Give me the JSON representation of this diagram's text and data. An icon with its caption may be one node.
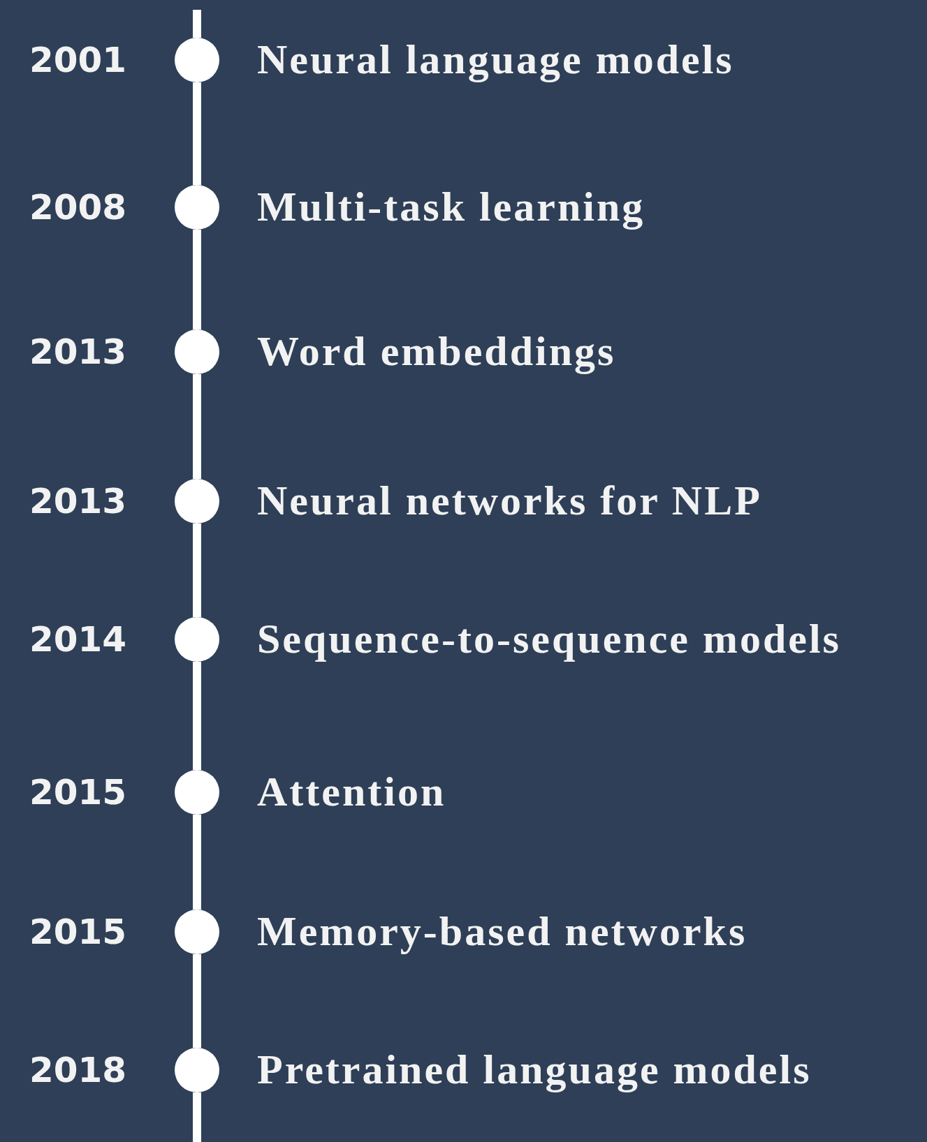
{
  "diagram": {
    "nodes": [
      {
        "text": [],
        "shape": "circle",
        "beside": [
          "2001",
          "Neural language models"
        ]
      },
      {
        "text": [],
        "shape": "circle",
        "beside": [
          "2008",
          "Multi-task learning"
        ]
      },
      {
        "text": [],
        "shape": "circle",
        "beside": [
          "2013",
          "Word embeddings"
        ]
      },
      {
        "text": [],
        "shape": "circle",
        "beside": [
          "2013",
          "Neural networks for NLP"
        ]
      },
      {
        "text": [],
        "shape": "circle",
        "beside": [
          "2014",
          "Sequence-to-sequence models"
        ]
      },
      {
        "text": [],
        "shape": "circle",
        "beside": [
          "2015",
          "Attention"
        ]
      },
      {
        "text": [],
        "shape": "circle",
        "beside": [
          "2015",
          "Memory-based networks"
        ]
      },
      {
        "text": [],
        "shape": "circle",
        "beside": [
          "2018",
          "Pretrained language models"
        ]
      }
    ],
    "edges": [
      {
        "from": null,
        "to": 0,
        "arrow": "none"
      },
      {
        "from": 0,
        "to": 1,
        "arrow": "none"
      },
      {
        "from": 1,
        "to": 2,
        "arrow": "none"
      },
      {
        "from": 2,
        "to": 3,
        "arrow": "none"
      },
      {
        "from": 3,
        "to": 4,
        "arrow": "none"
      },
      {
        "from": 4,
        "to": 5,
        "arrow": "none"
      },
      {
        "from": 5,
        "to": 6,
        "arrow": "none"
      },
      {
        "from": 6,
        "to": 7,
        "arrow": "none"
      },
      {
        "from": 7,
        "to": null,
        "arrow": "none"
      }
    ]
  }
}
